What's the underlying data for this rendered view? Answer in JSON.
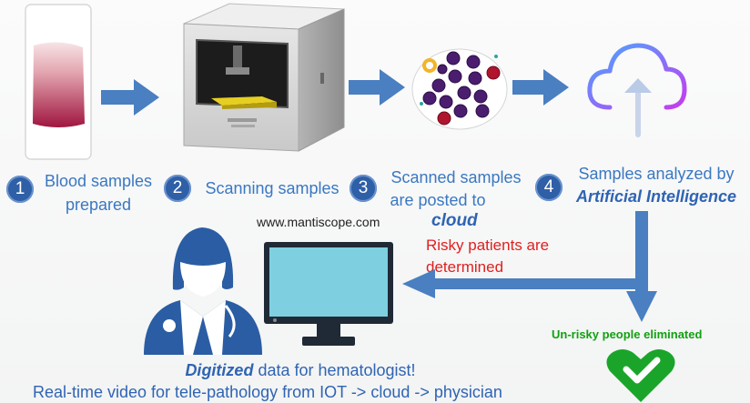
{
  "steps": [
    {
      "num": "1",
      "line1": "Blood samples",
      "line2": "prepared"
    },
    {
      "num": "2",
      "line1": "Scanning samples"
    },
    {
      "num": "3",
      "line1": "Scanned samples",
      "line2": "are posted to",
      "line3": "cloud"
    },
    {
      "num": "4",
      "line1": "Samples analyzed by",
      "line2": "Artificial Intelligence"
    }
  ],
  "website": "www.mantiscope.com",
  "risky": {
    "line1": "Risky patients are",
    "line2": "determined"
  },
  "unrisky": "Un-risky people eliminated",
  "bottom": {
    "em": "Digitized",
    "rest": " data for hematologist!",
    "line2": "Real-time video for tele-pathology from IOT -> cloud -> physician"
  },
  "colors": {
    "accent": "#2f64b3",
    "arrow": "#4a7fc1",
    "risky": "#e02020",
    "unrisky": "#12a012",
    "heart": "#1aa52a"
  },
  "icons": [
    "blood-slide-icon",
    "scanner-device-icon",
    "blood-cells-icon",
    "cloud-upload-icon",
    "doctor-icon",
    "monitor-icon",
    "check-heart-icon"
  ]
}
